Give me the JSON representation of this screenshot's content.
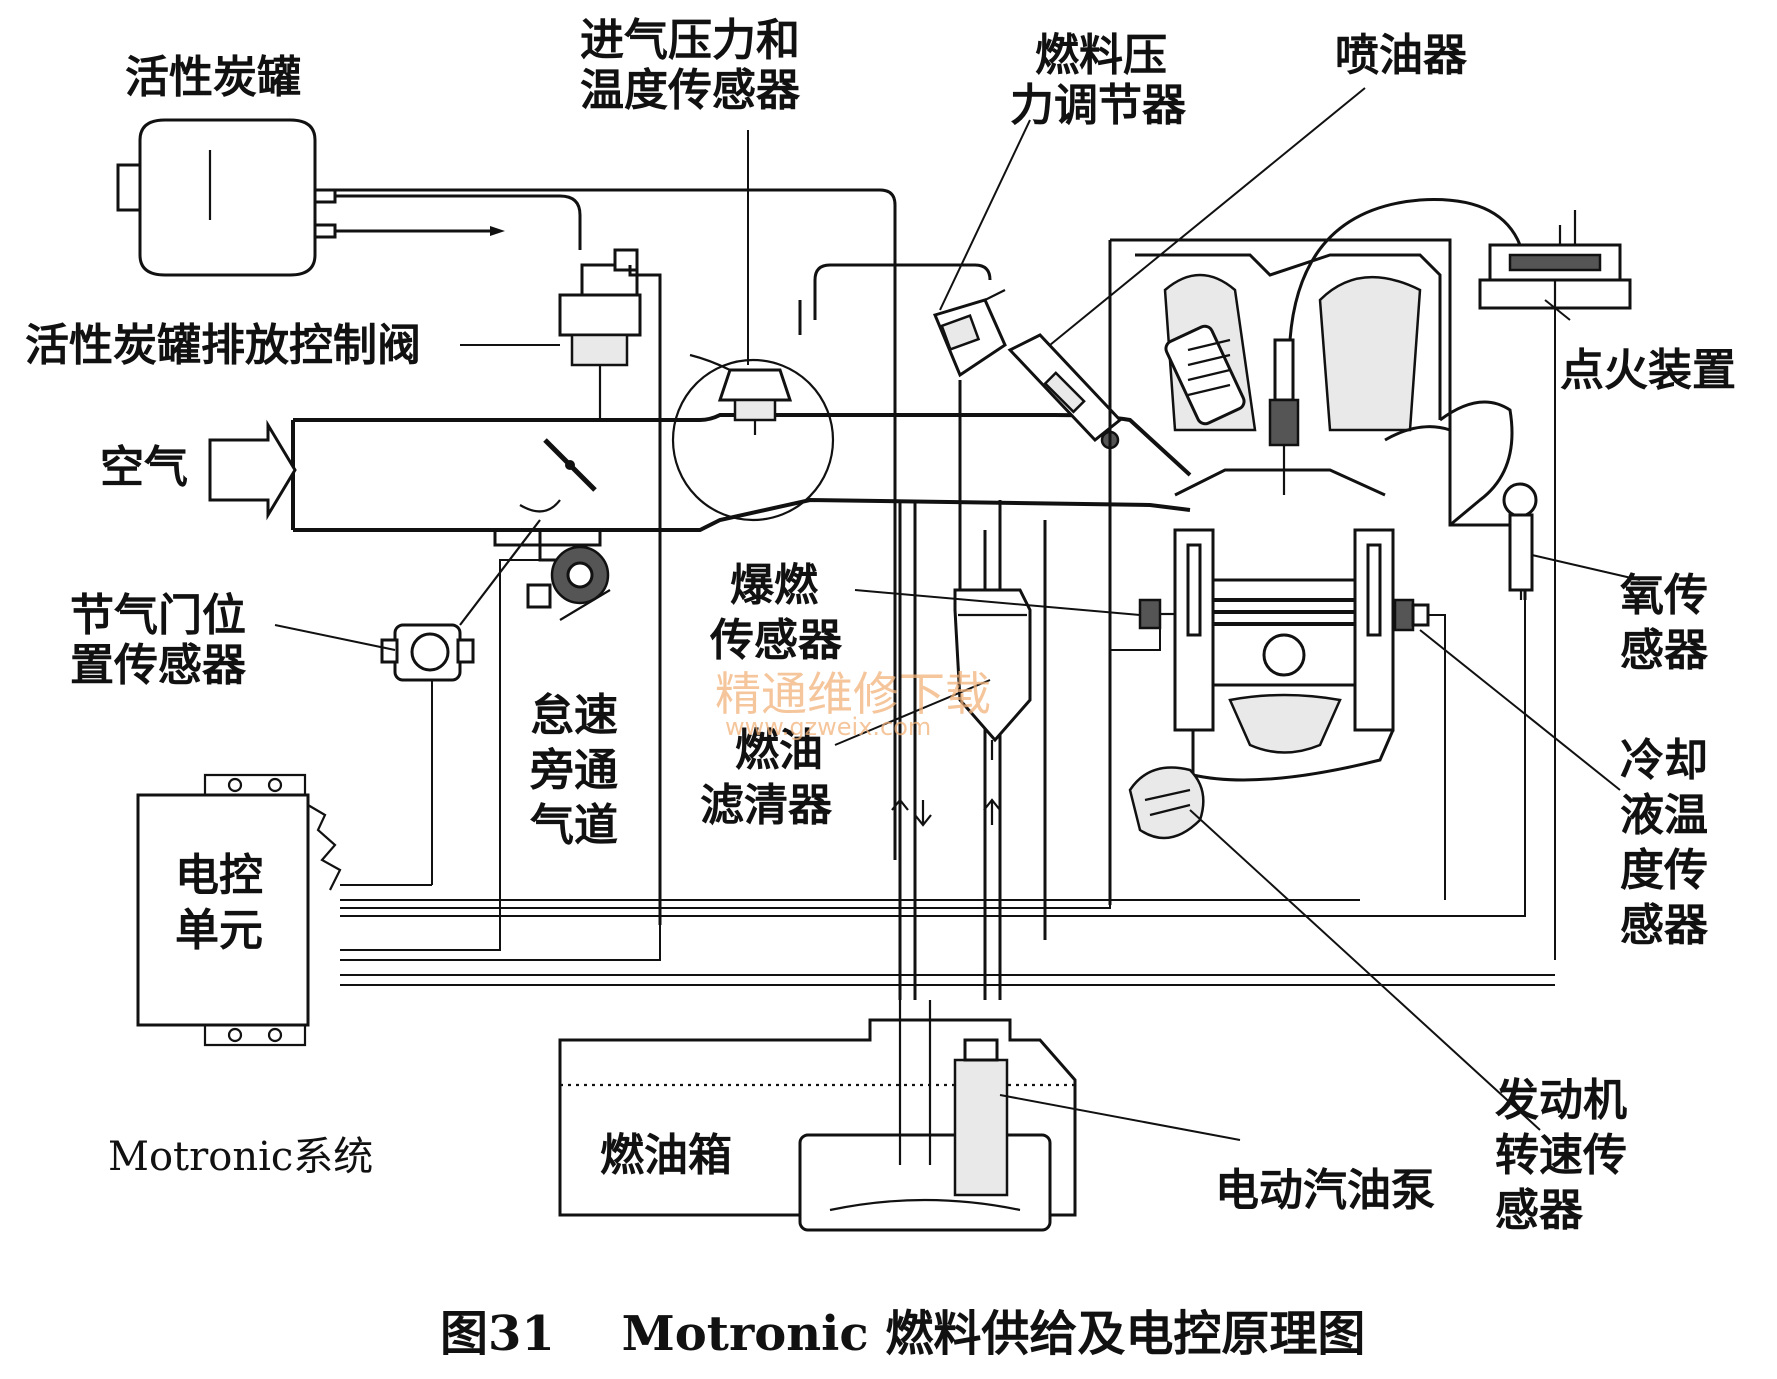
{
  "labels": {
    "canister": "活性炭罐",
    "canister_valve": "活性炭罐排放控制阀",
    "air": "空气",
    "throttle_sensor_1": "节气门位",
    "throttle_sensor_2": "置传感器",
    "ecu_1": "电控",
    "ecu_2": "单元",
    "intake_sensor_1": "进气压力和",
    "intake_sensor_2": "温度传感器",
    "regulator_1": "燃料压",
    "regulator_2": "力调节器",
    "injector": "喷油器",
    "ignition": "点火装置",
    "knock_1": "爆燃",
    "knock_2": "传感器",
    "idle_bypass_1": "怠速",
    "idle_bypass_2": "旁通",
    "idle_bypass_3": "气道",
    "fuel_filter_1": "燃油",
    "fuel_filter_2": "滤清器",
    "oxygen_1": "氧传",
    "oxygen_2": "感器",
    "coolant_1": "冷却",
    "coolant_2": "液温",
    "coolant_3": "度传",
    "coolant_4": "感器",
    "rpm_1": "发动机",
    "rpm_2": "转速传",
    "rpm_3": "感器",
    "tank": "燃油箱",
    "pump": "电动汽油泵",
    "system": "Motronic系统",
    "watermark_1": "精通维修下载",
    "watermark_2": "www.gzweix.com",
    "caption": "图31    Motronic 燃料供给及电控原理图"
  }
}
